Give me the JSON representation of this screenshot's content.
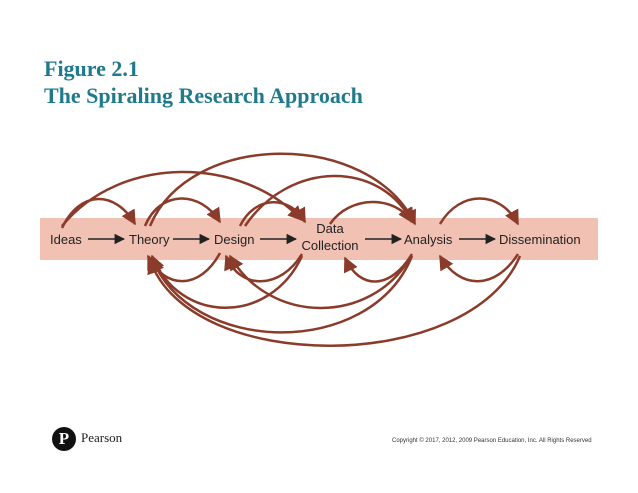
{
  "slide": {
    "title_line1": "Figure 2.1",
    "title_line2": "The Spiraling Research Approach"
  },
  "diagram": {
    "band_color": "#f1c1b3",
    "arrow_color": "#8a3b2a",
    "stages": [
      "Ideas",
      "Theory",
      "Design",
      "Data",
      "Collection",
      "Analysis",
      "Dissemination"
    ]
  },
  "footer": {
    "logo_letter": "P",
    "publisher": "Pearson",
    "copyright": "Copyright © 2017, 2012, 2009 Pearson Education, Inc. All Rights Reserved"
  }
}
